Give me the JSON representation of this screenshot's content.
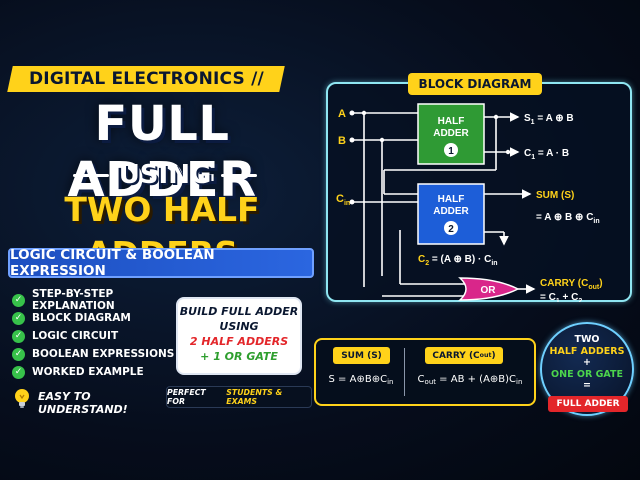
{
  "topic": "DIGITAL ELECTRONICS //",
  "title_main": "FULL ADDER",
  "title_using": "USING",
  "title_sub": "TWO HALF ADDERS",
  "subtitle": "LOGIC CIRCUIT & BOOLEAN EXPRESSION",
  "features": [
    "STEP-BY-STEP EXPLANATION",
    "BLOCK DIAGRAM",
    "LOGIC CIRCUIT",
    "BOOLEAN EXPRESSIONS",
    "WORKED EXAMPLE"
  ],
  "build_box": {
    "line1": "BUILD FULL ADDER",
    "line2": "USING",
    "line3": "2 HALF ADDERS",
    "line4": "+ 1 OR GATE"
  },
  "easy_text": "EASY TO UNDERSTAND!",
  "perfect_prefix": "PERFECT FOR",
  "perfect_highlight": "STUDENTS & EXAMS",
  "diagram": {
    "title": "BLOCK DIAGRAM",
    "input_a": "A",
    "input_b": "B",
    "input_c": "C",
    "input_c_sub": "in",
    "ha1_line1": "HALF",
    "ha1_line2": "ADDER",
    "ha1_num": "1",
    "ha2_line1": "HALF",
    "ha2_line2": "ADDER",
    "ha2_num": "2",
    "s1_label": "S",
    "s1_sub": "1",
    "s1_expr": " = A ⊕ B",
    "c1_label": "C",
    "c1_sub": "1",
    "c1_expr": " = A · B",
    "sum_label": "SUM (S)",
    "sum_expr": "= A ⊕ B ⊕ C",
    "sum_expr_sub": "in",
    "c2_label": "C",
    "c2_sub": "2",
    "c2_expr": " = (A ⊕ B) · C",
    "c2_expr_sub": "in",
    "or_label": "OR",
    "carry_label": "CARRY (C",
    "carry_label_sub": "out",
    "carry_label_end": ")",
    "carry_expr": "= C",
    "carry_expr_sub1": "1",
    "carry_expr_mid": " + C",
    "carry_expr_sub2": "2"
  },
  "formulas": {
    "sum_title": "SUM (S)",
    "carry_title": "CARRY (C",
    "carry_title_sub": "out",
    "carry_title_end": ")",
    "sum_expr": "S = A⊕B⊕C",
    "sum_expr_sub": "in",
    "carry_expr_lhs": "C",
    "carry_expr_lhs_sub": "out",
    "carry_expr_rhs": " = AB + (A⊕B)C",
    "carry_expr_rhs_sub": "in"
  },
  "summary": {
    "line1": "TWO",
    "line2": "HALF ADDERS",
    "line3": "+",
    "line4": "ONE OR GATE",
    "line5": "=",
    "result": "FULL ADDER"
  },
  "colors": {
    "accent_yellow": "#ffd21a",
    "half_adder_1": "#2f9a34",
    "half_adder_2": "#1d5ed8",
    "or_gate": "#d9268a",
    "panel_border": "#8fe6f2"
  }
}
